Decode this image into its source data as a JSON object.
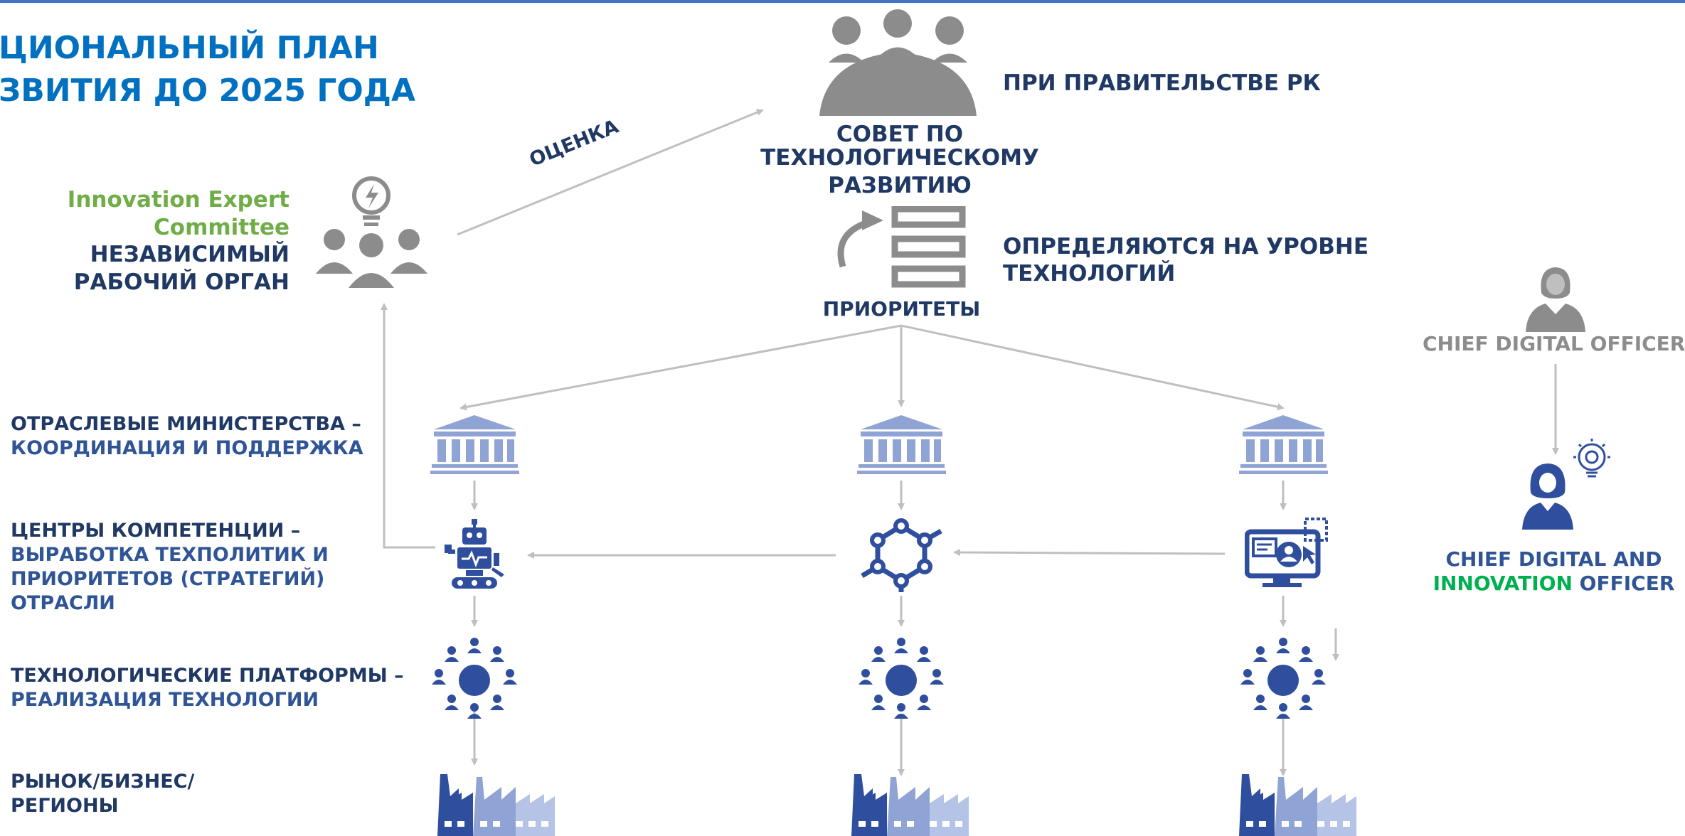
{
  "title": {
    "line1": "ЦИОНАЛЬНЫЙ ПЛАН",
    "line2": "ЗВИТИЯ ДО 2025 ГОДА"
  },
  "council": {
    "name": [
      "СОВЕТ ПО",
      "ТЕХНОЛОГИЧЕСКОМУ",
      "РАЗВИТИЮ"
    ],
    "side_note": "ПРИ ПРАВИТЕЛЬСТВЕ РК"
  },
  "priorities": {
    "label": "ПРИОРИТЕТЫ",
    "note": [
      "ОПРЕДЕЛЯЮТСЯ НА УРОВНЕ",
      "ТЕХНОЛОГИЙ"
    ]
  },
  "assessment_label": "ОЦЕНКА",
  "expert": {
    "name": [
      "Innovation Expert",
      "Committee"
    ],
    "desc": [
      "НЕЗАВИСИМЫЙ",
      "РАБОЧИЙ ОРГАН"
    ]
  },
  "levels": [
    {
      "lines": [
        {
          "text": "ОТРАСЛЕВЫЕ МИНИСТЕРСТВА –",
          "tone": "navy"
        },
        {
          "text": "КООРДИНАЦИЯ И ПОДДЕРЖКА",
          "tone": "blue"
        }
      ]
    },
    {
      "lines": [
        {
          "text": "ЦЕНТРЫ  КОМПЕТЕНЦИИ –",
          "tone": "navy"
        },
        {
          "text": "ВЫРАБОТКА ТЕХПОЛИТИК И",
          "tone": "blue"
        },
        {
          "text": "ПРИОРИТЕТОВ  (СТРАТЕГИЙ)",
          "tone": "blue"
        },
        {
          "text": "ОТРАСЛИ",
          "tone": "blue"
        }
      ]
    },
    {
      "lines": [
        {
          "text": "ТЕХНОЛОГИЧЕСКИЕ ПЛАТФОРМЫ –",
          "tone": "navy"
        },
        {
          "text": "РЕАЛИЗАЦИЯ ТЕХНОЛОГИИ",
          "tone": "blue"
        }
      ]
    },
    {
      "lines": [
        {
          "text": "РЫНОК/БИЗНЕС/",
          "tone": "navy"
        },
        {
          "text": "РЕГИОНЫ",
          "tone": "navy"
        }
      ]
    }
  ],
  "cdo": {
    "label": "CHIEF DIGITAL OFFICER",
    "cdio_line1": "CHIEF DIGITAL AND",
    "cdio_green": "INNOVATION",
    "cdio_rest": " OFFICER"
  },
  "colors": {
    "title": "#0070c0",
    "navy": "#1f3864",
    "blue": "#2f5597",
    "green": "#70ad47",
    "bright_green": "#00b050",
    "grey_icon": "#8c8c8c",
    "arrow": "#bfbfbf",
    "icon_blue": "#2f4f9e",
    "icon_light": "#8fa3d4"
  },
  "icons": {
    "council": "meeting-table-icon",
    "priorities": "priority-list-icon",
    "expert": "lightbulb-team-icon",
    "ministry": "government-building-icon",
    "competence": [
      "robot-icon",
      "molecule-network-icon",
      "computer-user-icon"
    ],
    "platform": "people-network-icon",
    "market": "factory-icon",
    "cdo": "woman-officer-icon",
    "cdio": "woman-innovation-gear-icon"
  }
}
